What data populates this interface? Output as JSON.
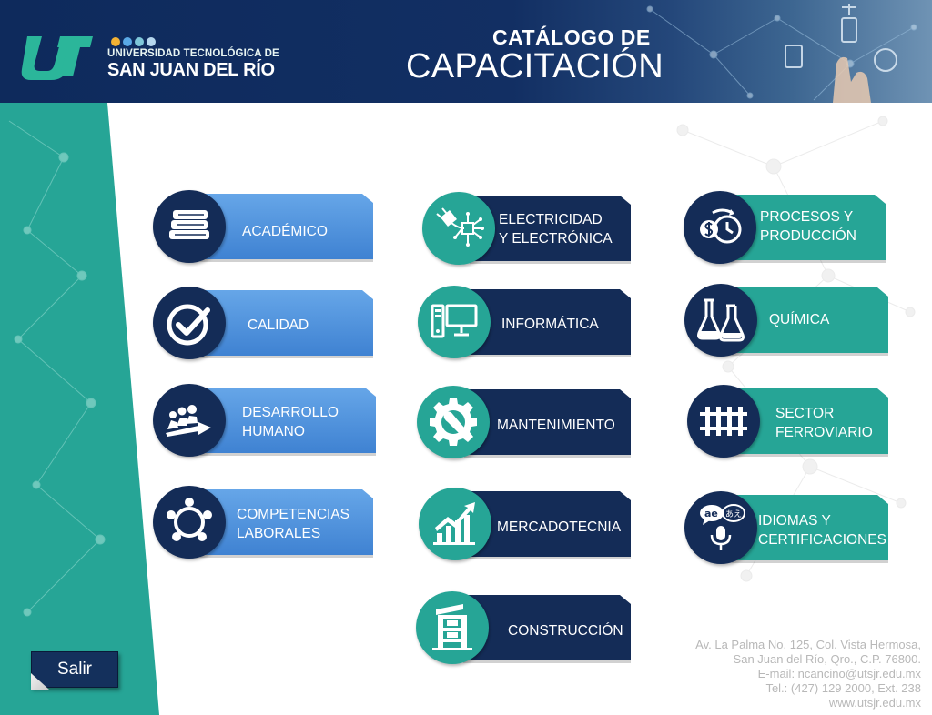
{
  "header": {
    "logo_letters": "UT",
    "university_top": "UNIVERSIDAD TECNOLÓGICA DE",
    "university_bottom": "SAN JUAN DEL RÍO",
    "title_small": "CATÁLOGO DE",
    "title_big": "CAPACITACIÓN"
  },
  "categories": {
    "academico": "ACADÉMICO",
    "calidad": "CALIDAD",
    "desarrollo_humano": "DESARROLLO\nHUMANO",
    "competencias_laborales": "COMPETENCIAS\nLABORALES",
    "electricidad": "ELECTRICIDAD\nY ELECTRÓNICA",
    "informatica": "INFORMÁTICA",
    "mantenimiento": "MANTENIMIENTO",
    "mercadotecnia": "MERCADOTECNIA",
    "construccion": "CONSTRUCCIÓN",
    "procesos": "PROCESOS Y\nPRODUCCIÓN",
    "quimica": "QUÍMICA",
    "ferroviario": "SECTOR\nFERROVIARIO",
    "idiomas": "IDIOMAS Y\nCERTIFICACIONES"
  },
  "idiomas_icon": {
    "latin": "ae",
    "japanese": "あえ"
  },
  "contact": {
    "address1": "Av. La Palma No. 125, Col. Vista Hermosa,",
    "address2": "San Juan del Río, Qro., C.P. 76800.",
    "email": "E-mail: ncancino@utsjr.edu.mx",
    "phone": "Tel.: (427) 129 2000, Ext. 238",
    "web": "www.utsjr.edu.mx"
  },
  "exit_button": "Salir",
  "colors": {
    "navy": "#142c57",
    "teal": "#26a596",
    "blue": "#4f93dc",
    "header": "#0e2a5c",
    "logo_green": "#2bb69a"
  }
}
